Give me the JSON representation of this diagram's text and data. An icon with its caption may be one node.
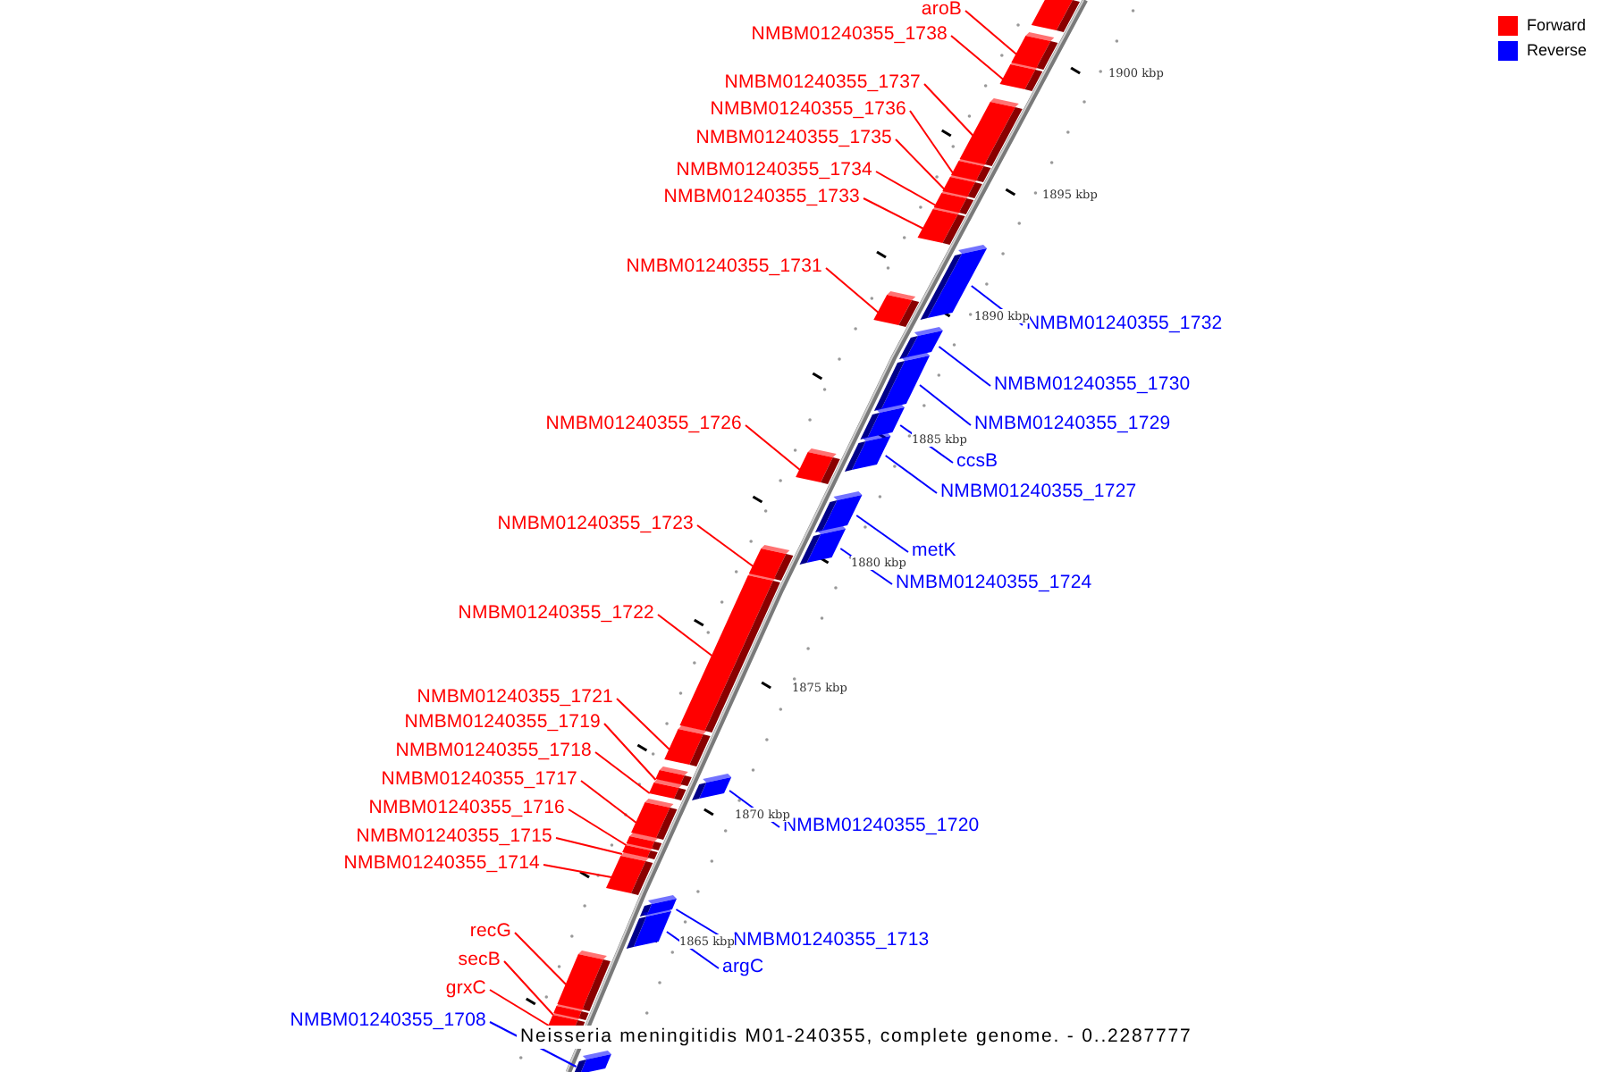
{
  "diagram": {
    "caption": "Neisseria meningitidis M01-240355, complete genome. - 0..2287777",
    "nodes": [
      {
        "text": [
          "aroB"
        ]
      },
      {
        "text": [
          "NMBM01240355_1738"
        ]
      },
      {
        "text": [
          "NMBM01240355_1737"
        ]
      },
      {
        "text": [
          "NMBM01240355_1736"
        ]
      },
      {
        "text": [
          "NMBM01240355_1735"
        ]
      },
      {
        "text": [
          "NMBM01240355_1734"
        ]
      },
      {
        "text": [
          "NMBM01240355_1733"
        ]
      },
      {
        "text": [
          "NMBM01240355_1731"
        ]
      },
      {
        "text": [
          "NMBM01240355_1732"
        ]
      },
      {
        "text": [
          "NMBM01240355_1730"
        ]
      },
      {
        "text": [
          "NMBM01240355_1726"
        ]
      },
      {
        "text": [
          "NMBM01240355_1729"
        ]
      },
      {
        "text": [
          "ccsB"
        ]
      },
      {
        "text": [
          "NMBM01240355_1727"
        ]
      },
      {
        "text": [
          "NMBM01240355_1723"
        ]
      },
      {
        "text": [
          "metK"
        ]
      },
      {
        "text": [
          "NMBM01240355_1724"
        ]
      },
      {
        "text": [
          "NMBM01240355_1722"
        ]
      },
      {
        "text": [
          "NMBM01240355_1721"
        ]
      },
      {
        "text": [
          "NMBM01240355_1719"
        ]
      },
      {
        "text": [
          "NMBM01240355_1718"
        ]
      },
      {
        "text": [
          "NMBM01240355_1717"
        ]
      },
      {
        "text": [
          "NMBM01240355_1716"
        ]
      },
      {
        "text": [
          "NMBM01240355_1720"
        ]
      },
      {
        "text": [
          "NMBM01240355_1715"
        ]
      },
      {
        "text": [
          "NMBM01240355_1714"
        ]
      },
      {
        "text": [
          "recG"
        ]
      },
      {
        "text": [
          "NMBM01240355_1713"
        ]
      },
      {
        "text": [
          "secB"
        ]
      },
      {
        "text": [
          "argC"
        ]
      },
      {
        "text": [
          "grxC"
        ]
      },
      {
        "text": [
          "NMBM01240355_1708"
        ]
      },
      {
        "text": [],
        "shape": "bar"
      },
      {
        "text": [],
        "shape": "bar"
      },
      {
        "text": [],
        "shape": "bar"
      },
      {
        "text": [],
        "shape": "bar"
      },
      {
        "text": [],
        "shape": "bar"
      },
      {
        "text": [],
        "shape": "bar"
      },
      {
        "text": [],
        "shape": "bar"
      },
      {
        "text": [],
        "shape": "bar"
      },
      {
        "text": [],
        "shape": "bar"
      },
      {
        "text": [],
        "shape": "bar"
      },
      {
        "text": [],
        "shape": "bar"
      },
      {
        "text": [],
        "shape": "bar"
      },
      {
        "text": [],
        "shape": "bar"
      },
      {
        "text": [],
        "shape": "bar"
      },
      {
        "text": [],
        "shape": "bar"
      },
      {
        "text": [],
        "shape": "bar"
      },
      {
        "text": [],
        "shape": "bar"
      },
      {
        "text": [],
        "shape": "bar"
      },
      {
        "text": [],
        "shape": "bar"
      },
      {
        "text": [],
        "shape": "bar"
      },
      {
        "text": [],
        "shape": "bar"
      },
      {
        "text": [],
        "shape": "bar"
      },
      {
        "text": [],
        "shape": "bar"
      },
      {
        "text": [],
        "shape": "bar"
      },
      {
        "text": [],
        "shape": "bar"
      },
      {
        "text": [],
        "shape": "bar"
      },
      {
        "text": [],
        "shape": "bar"
      },
      {
        "text": [],
        "shape": "bar"
      },
      {
        "text": [],
        "shape": "bar"
      },
      {
        "text": [],
        "shape": "bar"
      },
      {
        "text": [],
        "shape": "bar"
      },
      {
        "text": [],
        "shape": "bar"
      },
      {
        "text": [],
        "shape": "bar"
      }
    ],
    "edges": [
      {
        "from": 0,
        "to": 33,
        "arrow": "none"
      },
      {
        "from": 1,
        "to": 34,
        "arrow": "none"
      },
      {
        "from": 2,
        "to": 35,
        "arrow": "none"
      },
      {
        "from": 3,
        "to": 36,
        "arrow": "none"
      },
      {
        "from": 4,
        "to": 37,
        "arrow": "none"
      },
      {
        "from": 5,
        "to": 38,
        "arrow": "none"
      },
      {
        "from": 6,
        "to": 39,
        "arrow": "none"
      },
      {
        "from": 7,
        "to": 41,
        "arrow": "none"
      },
      {
        "from": 8,
        "to": 40,
        "arrow": "none",
        "color": "#0000ff"
      },
      {
        "from": 9,
        "to": 42,
        "arrow": "none",
        "color": "#0000ff"
      },
      {
        "from": 10,
        "to": 46,
        "arrow": "none"
      },
      {
        "from": 11,
        "to": 43,
        "arrow": "none",
        "color": "#0000ff"
      },
      {
        "from": 12,
        "to": 44,
        "arrow": "none",
        "color": "#0000ff"
      },
      {
        "from": 13,
        "to": 45,
        "arrow": "none",
        "color": "#0000ff"
      },
      {
        "from": 14,
        "to": 49,
        "arrow": "none"
      },
      {
        "from": 15,
        "to": 47,
        "arrow": "none",
        "color": "#0000ff"
      },
      {
        "from": 16,
        "to": 48,
        "arrow": "none",
        "color": "#0000ff"
      },
      {
        "from": 17,
        "to": 50,
        "arrow": "none"
      },
      {
        "from": 18,
        "to": 51,
        "arrow": "none"
      },
      {
        "from": 19,
        "to": 52,
        "arrow": "none"
      },
      {
        "from": 20,
        "to": 54,
        "arrow": "none"
      },
      {
        "from": 21,
        "to": 55,
        "arrow": "none"
      },
      {
        "from": 22,
        "to": 56,
        "arrow": "none"
      },
      {
        "from": 23,
        "to": 53,
        "arrow": "none",
        "color": "#0000ff"
      },
      {
        "from": 24,
        "to": 57,
        "arrow": "none"
      },
      {
        "from": 25,
        "to": 58,
        "arrow": "none"
      },
      {
        "from": 26,
        "to": 61,
        "arrow": "none"
      },
      {
        "from": 27,
        "to": 59,
        "arrow": "none",
        "color": "#0000ff"
      },
      {
        "from": 28,
        "to": 62,
        "arrow": "none"
      },
      {
        "from": 29,
        "to": 60,
        "arrow": "none",
        "color": "#0000ff"
      },
      {
        "from": 30,
        "to": 63,
        "arrow": "none"
      },
      {
        "from": 31,
        "to": 64,
        "arrow": "none",
        "color": "#0000ff"
      }
    ],
    "labels": [
      "1900 kbp",
      "1895 kbp",
      "1890 kbp",
      "1885 kbp",
      "1880 kbp",
      "1875 kbp",
      "1870 kbp",
      "1865 kbp"
    ],
    "legend": [
      {
        "text": "Forward",
        "color": "#ff0000"
      },
      {
        "text": "Reverse",
        "color": "#0000ff"
      }
    ]
  }
}
